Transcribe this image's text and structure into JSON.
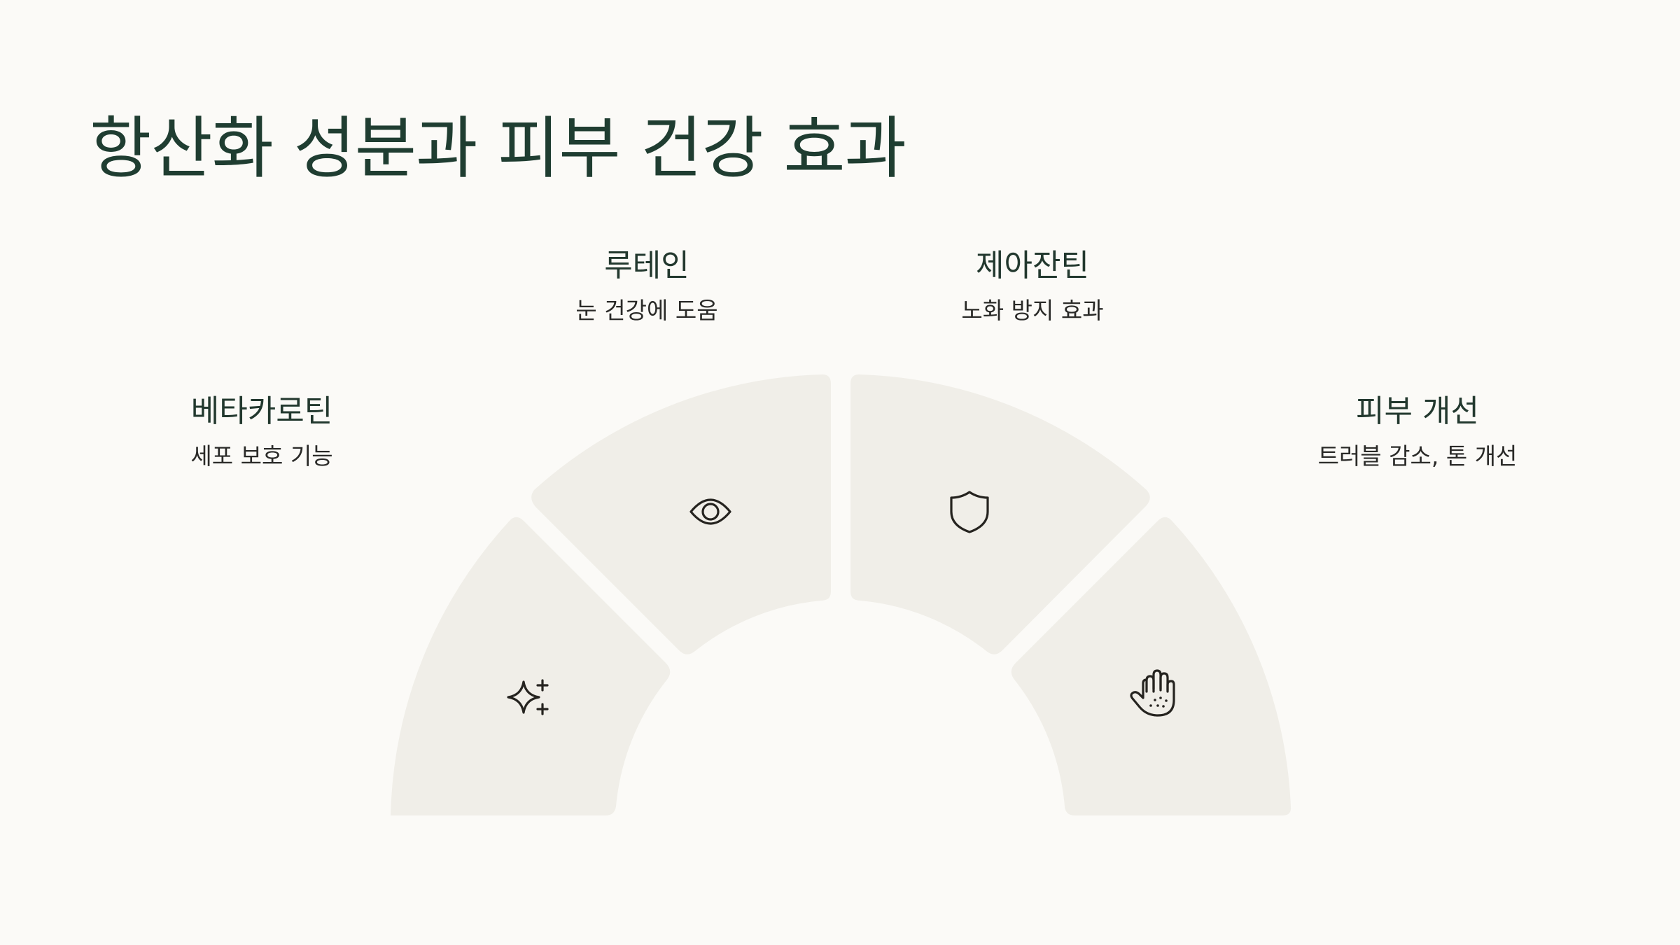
{
  "title": "항산화 성분과 피부 건강 효과",
  "items": [
    {
      "name": "베타카로틴",
      "desc": "세포 보호 기능",
      "icon": "sparkles-icon"
    },
    {
      "name": "루테인",
      "desc": "눈 건강에 도움",
      "icon": "eye-icon"
    },
    {
      "name": "제아잔틴",
      "desc": "노화 방지 효과",
      "icon": "shield-icon"
    },
    {
      "name": "피부 개선",
      "desc": "트러블 감소, 톤 개선",
      "icon": "hand-icon"
    }
  ],
  "colors": {
    "background": "#fbfaf7",
    "segment": "#f0eee8",
    "title": "#1f3d31",
    "icon": "#25231f"
  }
}
